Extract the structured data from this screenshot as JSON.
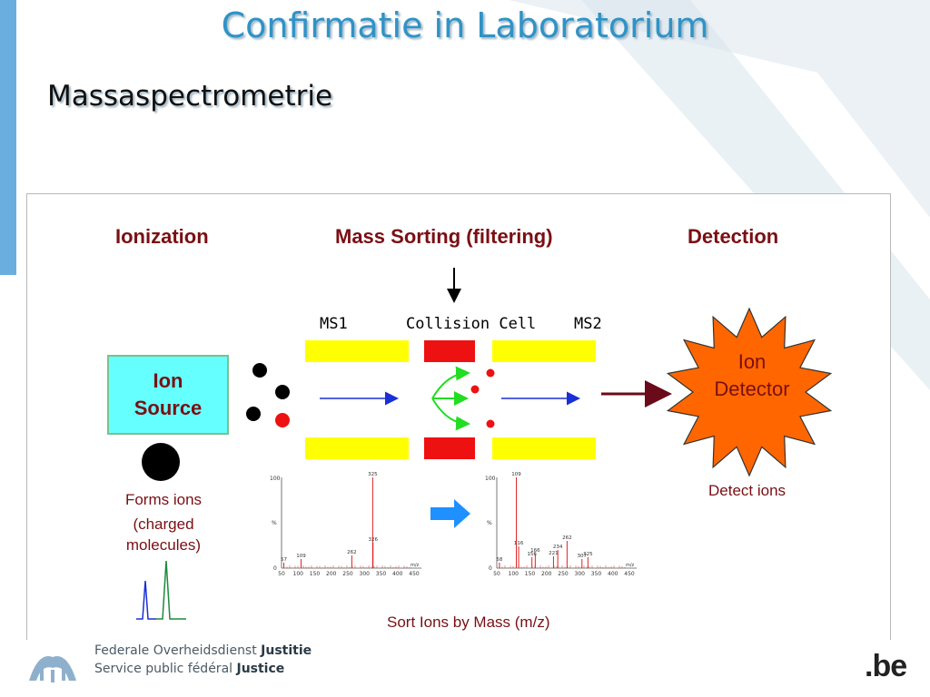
{
  "slide": {
    "title": "Confirmatie in Laboratorium",
    "subtitle": "Massaspectrometrie"
  },
  "diagram": {
    "stage_ionization": "Ionization",
    "stage_sorting": "Mass Sorting (filtering)",
    "stage_detection": "Detection",
    "ms1": "MS1",
    "collision_cell": "Collision Cell",
    "ms2": "MS2",
    "ion_source_line1": "Ion",
    "ion_source_line2": "Source",
    "ion_detector_line1": "Ion",
    "ion_detector_line2": "Detector",
    "forms_ions_line1": "Forms ions",
    "forms_ions_line2": "(charged",
    "forms_ions_line3": "molecules)",
    "detect_ions": "Detect  ions",
    "sort_ions": "Sort Ions by Mass (m/z)",
    "colors": {
      "label": "#7a0f14",
      "quad": "#ffff00",
      "cell": "#ee1111",
      "source": "#66ffff",
      "detector": "#ff6600",
      "beam": "#1a2fd6",
      "fragment": "#22dd22",
      "out_arrow": "#6b0a1a",
      "transfer_arrow": "#1e90ff"
    }
  },
  "spectrum1": {
    "y_max_label": "100",
    "y_unit": "%",
    "y_zero": "0",
    "x_ticks": [
      "50",
      "100",
      "150",
      "200",
      "250",
      "300",
      "350",
      "400",
      "450"
    ],
    "x_unit": "m/z",
    "peak_labels": [
      "57",
      "109",
      "262",
      "325",
      "326"
    ]
  },
  "spectrum2": {
    "y_max_label": "100",
    "y_unit": "%",
    "y_zero": "0",
    "x_ticks": [
      "50",
      "100",
      "150",
      "200",
      "250",
      "300",
      "350",
      "400",
      "450"
    ],
    "x_unit": "m/z",
    "peak_labels": [
      "58",
      "109",
      "116",
      "156",
      "166",
      "221",
      "234",
      "262",
      "307",
      "325"
    ]
  },
  "footer": {
    "line1_normal": "Federale Overheidsdienst",
    "line1_bold": "Justitie",
    "line2_normal": "Service public fédéral",
    "line2_bold": "Justice",
    "be_logo": ".be"
  }
}
